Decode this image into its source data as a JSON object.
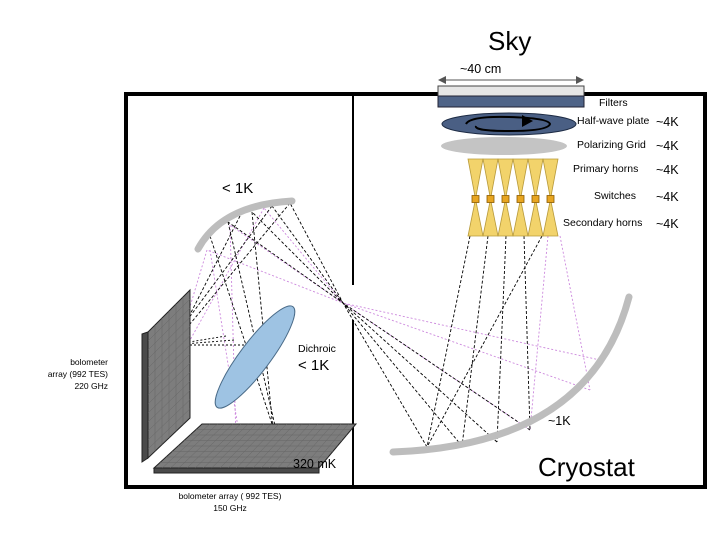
{
  "labels": {
    "sky": "Sky",
    "aperture": "~40 cm",
    "filters": "Filters",
    "halfwave": "Half-wave plate",
    "grid": "Polarizing Grid",
    "primary": "Primary horns",
    "switches": "Switches",
    "secondary": "Secondary horns",
    "temp_hwp": "~4K",
    "temp_grid": "~4K",
    "temp_primary": "~4K",
    "temp_switches": "~4K",
    "temp_secondary": "~4K",
    "top_mirror": "< 1K",
    "dichroic": "Dichroic",
    "dichroic_temp": "< 1K",
    "primary_mirror": "~1K",
    "focal_temp": "320 mK",
    "cryostat": "Cryostat",
    "bolo_220_line1": "bolometer",
    "bolo_220_line2": "array (992 TES)",
    "bolo_220_line3": "220 GHz",
    "bolo_150_line1": "bolometer array ( 992 TES)",
    "bolo_150_line2": "150 GHz"
  },
  "colors": {
    "frame": "#000000",
    "mirror": "#bdbdbd",
    "filters_top": "#e6e6e6",
    "filters_bottom": "#4f6488",
    "halfwave": "#4a5f84",
    "grid": "#c4c4c4",
    "horns": "#f2d36b",
    "switches": "#e8a520",
    "dichroic": "#9ec3e3",
    "focal_plane": "#7d7d7d",
    "ray_black": "#000000",
    "ray_purple": "#cc88dd"
  },
  "horn_count": 6
}
